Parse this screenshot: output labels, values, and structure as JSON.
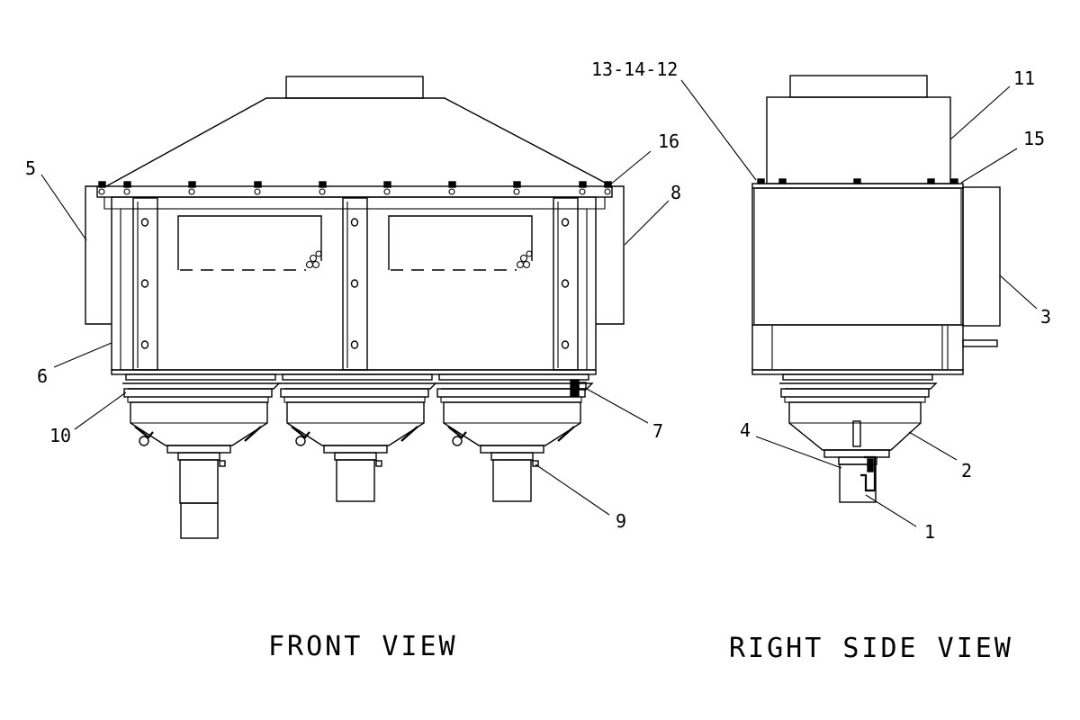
{
  "views": {
    "front": "FRONT VIEW",
    "right_side": "RIGHT SIDE VIEW"
  },
  "callouts": {
    "c1": "1",
    "c2": "2",
    "c3": "3",
    "c4": "4",
    "c5": "5",
    "c6": "6",
    "c7": "7",
    "c8": "8",
    "c9": "9",
    "c10": "10",
    "c11": "11",
    "c15": "15",
    "c16": "16",
    "c13_14_12": "13-14-12"
  },
  "colors": {
    "line": "#000000",
    "background": "#ffffff"
  }
}
